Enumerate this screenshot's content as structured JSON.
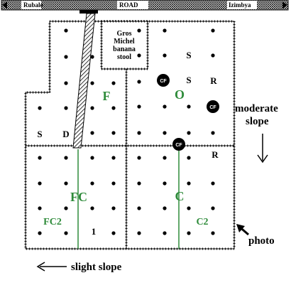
{
  "road": {
    "left_place": "Rubale",
    "center": "ROAD",
    "right_place": "Izimbya"
  },
  "stool_label": [
    "Gros",
    "Michel",
    "banana",
    "stool"
  ],
  "plot_labels": {
    "F": "F",
    "O": "O",
    "FC": "FC",
    "C": "C",
    "FC2": "FC2",
    "C2": "C2"
  },
  "markers": {
    "S_left": "S",
    "D": "D",
    "S_top": "S",
    "S_mid": "S",
    "R_top": "R",
    "R_mid": "R",
    "one": "1"
  },
  "cf_label": "CF",
  "notes": {
    "moderate_line1": "moderate",
    "moderate_line2": "slope",
    "photo": "photo",
    "slight": "slight slope"
  },
  "colors": {
    "green_label": "#2e8b3a",
    "line": "#000000"
  }
}
